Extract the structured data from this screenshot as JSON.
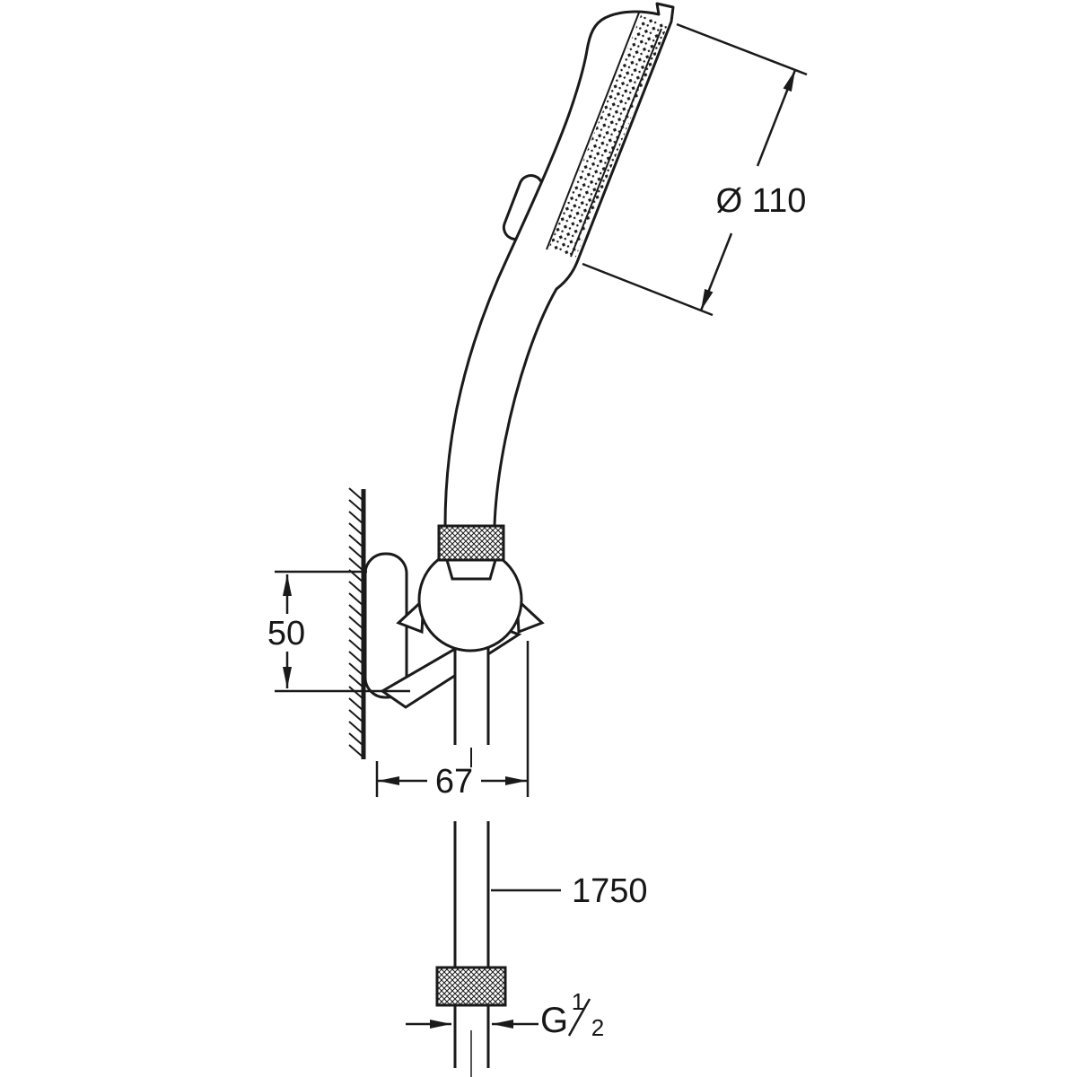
{
  "meta": {
    "type": "technical dimension drawing",
    "subject": "hand shower with wall holder and shower hose",
    "background_color": "#ffffff",
    "line_color": "#1a1a1a"
  },
  "dimensions": {
    "head_diameter": "Ø 110",
    "holder_height": "50",
    "holder_offset": "67",
    "hose_length": "1750",
    "thread_letter": "G",
    "thread_numerator": "1",
    "thread_denominator": "2",
    "thread_display": "G 1/2"
  }
}
